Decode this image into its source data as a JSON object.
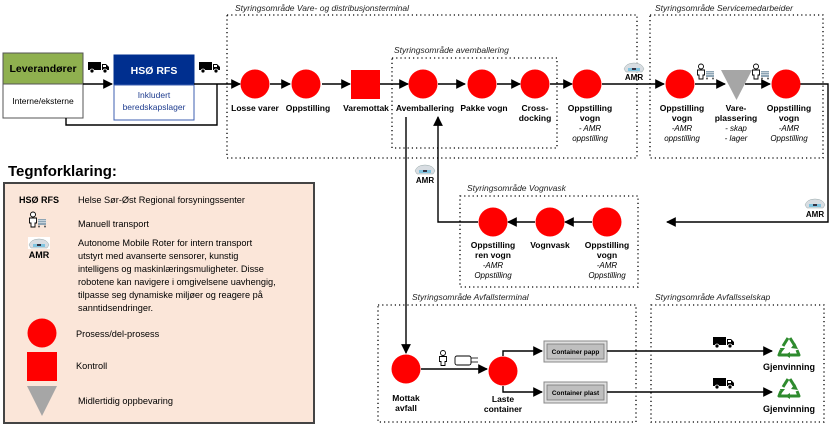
{
  "colors": {
    "process": "#ff0000",
    "control": "#ff0000",
    "storage": "#a6a6a6",
    "supplier_header": "#8fb04f",
    "rfs_header": "#002f8f",
    "legend_bg": "#fbe6d9",
    "recycle": "#2e8b2e",
    "container_fill": "#bfbfbf"
  },
  "suppliers": {
    "title": "Leverandører",
    "subtitle": "Interne/eksterne"
  },
  "rfs": {
    "title": "HSØ RFS",
    "subtitle_line1": "Inkludert",
    "subtitle_line2": "beredskapslager"
  },
  "zones": {
    "vare": "Styringsområde Vare- og distribusjonsterminal",
    "avemballering": "Styringsområde avemballering",
    "service": "Styringsområde Servicemedarbeider",
    "vognvask": "Styringsområde Vognvask",
    "avfallsterminal": "Styringsområde Avfallsterminal",
    "avfallsselskap": "Styringsområde Avfallsselskap"
  },
  "nodes": {
    "losse": {
      "label": "Losse varer"
    },
    "oppstilling1": {
      "label": "Oppstilling"
    },
    "varemottak": {
      "label": "Varemottak"
    },
    "avemballering": {
      "label": "Avemballering"
    },
    "pakke": {
      "label": "Pakke vogn"
    },
    "cross": {
      "line1": "Cross-",
      "line2": "docking"
    },
    "oppst_vogn1": {
      "line1": "Oppstilling",
      "line2": "vogn",
      "sub1": "- AMR",
      "sub2": "oppstilling"
    },
    "oppst_vogn2": {
      "line1": "Oppstilling",
      "line2": "vogn",
      "sub1": "-AMR",
      "sub2": "oppstilling"
    },
    "vareplassering": {
      "line1": "Vare-",
      "line2": "plassering",
      "sub1": "- skap",
      "sub2": "- lager"
    },
    "oppst_vogn3": {
      "line1": "Oppstilling",
      "line2": "vogn",
      "sub1": "-AMR",
      "sub2": "Oppstilling"
    },
    "vv_oppst": {
      "line1": "Oppstilling",
      "line2": "vogn",
      "sub1": "-AMR",
      "sub2": "Oppstilling"
    },
    "vognvask": {
      "label": "Vognvask"
    },
    "ren_vogn": {
      "line1": "Oppstilling",
      "line2": "ren vogn",
      "sub1": "-AMR",
      "sub2": "Oppstilling"
    },
    "mottak_avfall": {
      "line1": "Mottak",
      "line2": "avfall"
    },
    "laste": {
      "line1": "Laste",
      "line2": "container"
    }
  },
  "containers": {
    "papp": "Container papp",
    "plast": "Container plast"
  },
  "recycling": {
    "label1": "Gjenvinning",
    "label2": "Gjenvinning"
  },
  "amr_label": "AMR",
  "legend": {
    "title": "Tegnforklaring:",
    "rfs_abbr": "HSØ RFS",
    "rfs_text": "Helse Sør-Øst Regional forsyningssenter",
    "manual_text": "Manuell transport",
    "amr_abbr": "AMR",
    "amr_lines": [
      "Autonome Mobile Roter for intern transport",
      "utstyrt med avanserte sensorer, kunstig",
      "intelligens og maskinlæringsmuligheter. Disse",
      "robotene kan navigere i omgivelsene uavhengig,",
      "tilpasse seg dynamiske miljøer og reagere på",
      "sanntidsendringer."
    ],
    "process_text": "Prosess/del-prosess",
    "control_text": "Kontroll",
    "storage_text": "Midlertidig oppbevaring"
  }
}
